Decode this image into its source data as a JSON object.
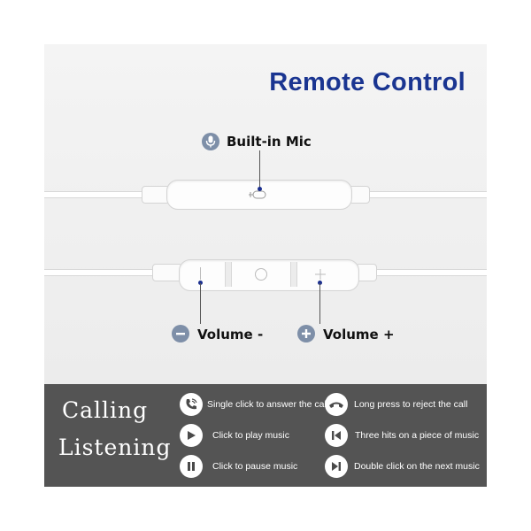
{
  "title": "Remote Control",
  "mic_label": "Built-in Mic",
  "volume_down_label": "Volume -",
  "volume_up_label": "Volume +",
  "modes": {
    "calling": "Calling",
    "listening": "Listening"
  },
  "instructions": {
    "answer_call": "Single click to answer the call",
    "reject_call": "Long press to reject the call",
    "play_music": "Click to play music",
    "previous_track": "Three hits on a piece of music",
    "pause_music": "Click to pause music",
    "next_track": "Double click on the next music"
  },
  "icons": {
    "mic": "microphone-icon",
    "volume_down": "minus-icon",
    "volume_up": "plus-icon",
    "answer": "phone-ringing-icon",
    "reject": "phone-hangup-icon",
    "play": "play-icon",
    "previous": "previous-track-icon",
    "pause": "pause-icon",
    "next": "next-track-icon"
  },
  "colors": {
    "title": "#1a3591",
    "panel_bottom": "#545454",
    "badge": "#7e8fa8"
  }
}
